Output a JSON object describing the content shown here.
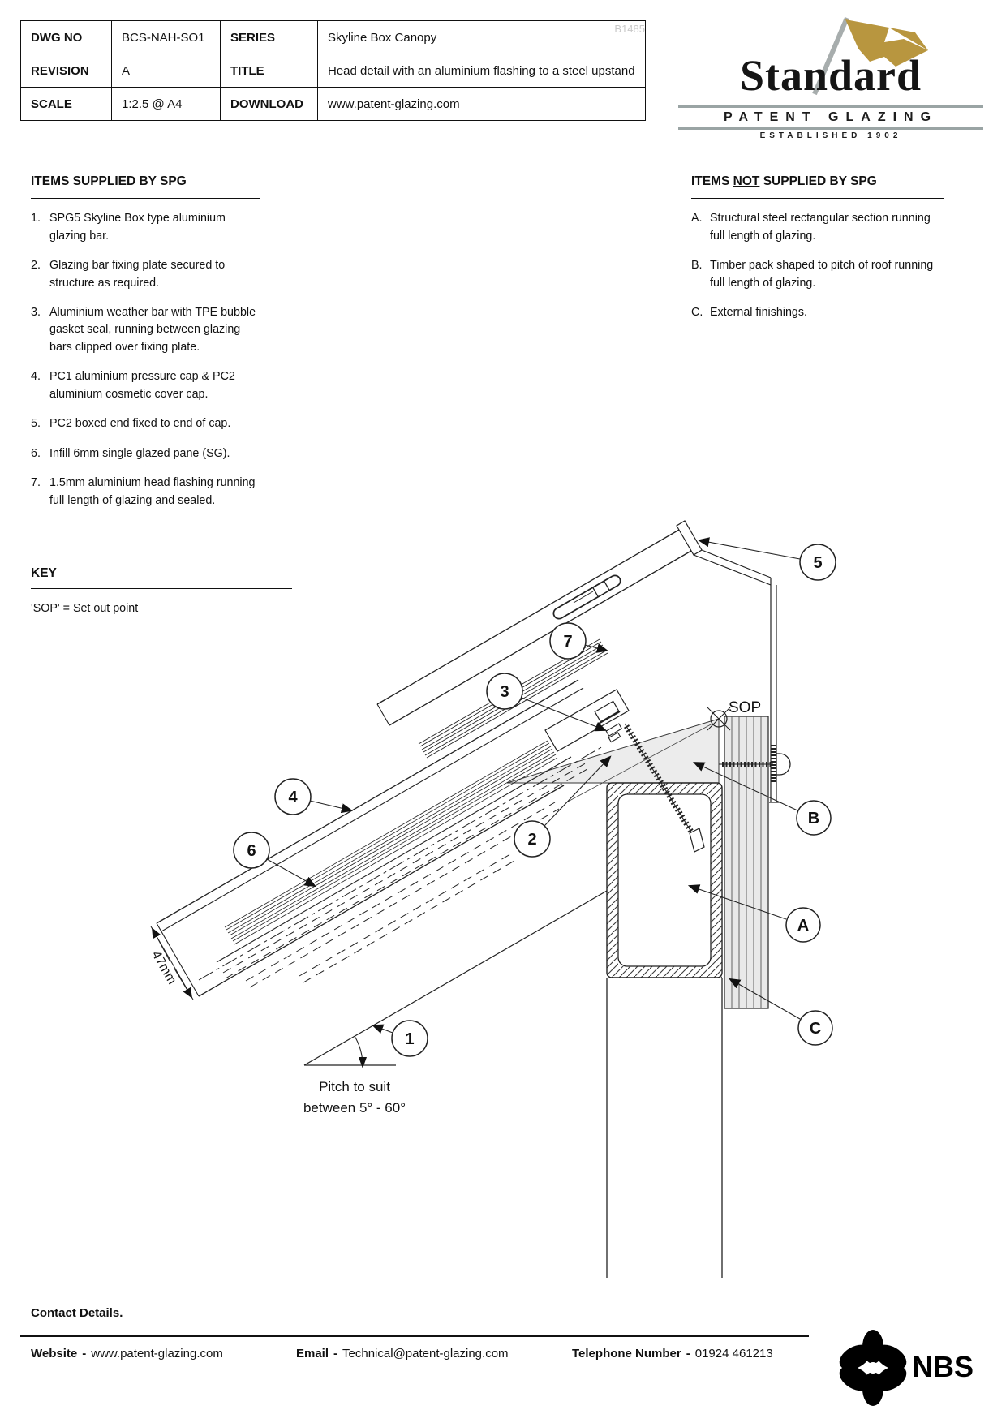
{
  "header": {
    "watermark": "B1485",
    "rows": [
      [
        "DWG NO",
        "BCS-NAH-SO1",
        "SERIES",
        "Skyline Box Canopy"
      ],
      [
        "REVISION",
        "A",
        "TITLE",
        "Head detail with an aluminium flashing to a steel upstand"
      ],
      [
        "SCALE",
        "1:2.5 @ A4",
        "DOWNLOAD",
        "www.patent-glazing.com"
      ]
    ]
  },
  "logo": {
    "name": "Standard",
    "tagline": "PATENT GLAZING",
    "established": "ESTABLISHED 1902",
    "flag_color": "#b8963f",
    "pole_color": "#a7adad"
  },
  "supplied": {
    "title": "ITEMS SUPPLIED BY SPG",
    "items": [
      {
        "num": "1.",
        "text": "SPG5 Skyline Box type aluminium glazing bar."
      },
      {
        "num": "2.",
        "text": "Glazing bar fixing plate secured to structure as required."
      },
      {
        "num": "3.",
        "text": "Aluminium weather bar with TPE bubble gasket seal, running between glazing bars clipped over fixing plate."
      },
      {
        "num": "4.",
        "text": "PC1 aluminium pressure cap & PC2 aluminium cosmetic cover cap."
      },
      {
        "num": "5.",
        "text": "PC2 boxed end fixed to end of cap."
      },
      {
        "num": "6.",
        "text": "Infill 6mm single glazed pane (SG)."
      },
      {
        "num": "7.",
        "text": "1.5mm aluminium head flashing running full length of glazing and sealed."
      }
    ]
  },
  "not_supplied": {
    "title_prefix": "ITEMS ",
    "title_underlined": "NOT",
    "title_suffix": " SUPPLIED BY SPG",
    "items": [
      {
        "num": "A.",
        "text": "Structural steel rectangular section running full length of glazing."
      },
      {
        "num": "B.",
        "text": "Timber pack shaped to pitch of roof running full length of glazing."
      },
      {
        "num": "C.",
        "text": "External finishings."
      }
    ]
  },
  "key": {
    "title": "KEY",
    "entry": "'SOP' = Set out point"
  },
  "diagram": {
    "sop_label": "SOP",
    "dimension_label": "47mm",
    "pitch_line1": "Pitch to suit",
    "pitch_line2": "between 5° - 60°",
    "callouts": {
      "c1": "1",
      "c2": "2",
      "c3": "3",
      "c4": "4",
      "c5": "5",
      "c6": "6",
      "c7": "7",
      "ca": "A",
      "cb": "B",
      "cc": "C"
    }
  },
  "footer": {
    "title": "Contact Details.",
    "website_label": "Website",
    "website_sep": "-",
    "website_value": "www.patent-glazing.com",
    "email_label": "Email",
    "email_sep": "-",
    "email_value": "Technical@patent-glazing.com",
    "phone_label": "Telephone Number",
    "phone_sep": "-",
    "phone_value": "01924 461213",
    "nbs_label": "NBS"
  }
}
